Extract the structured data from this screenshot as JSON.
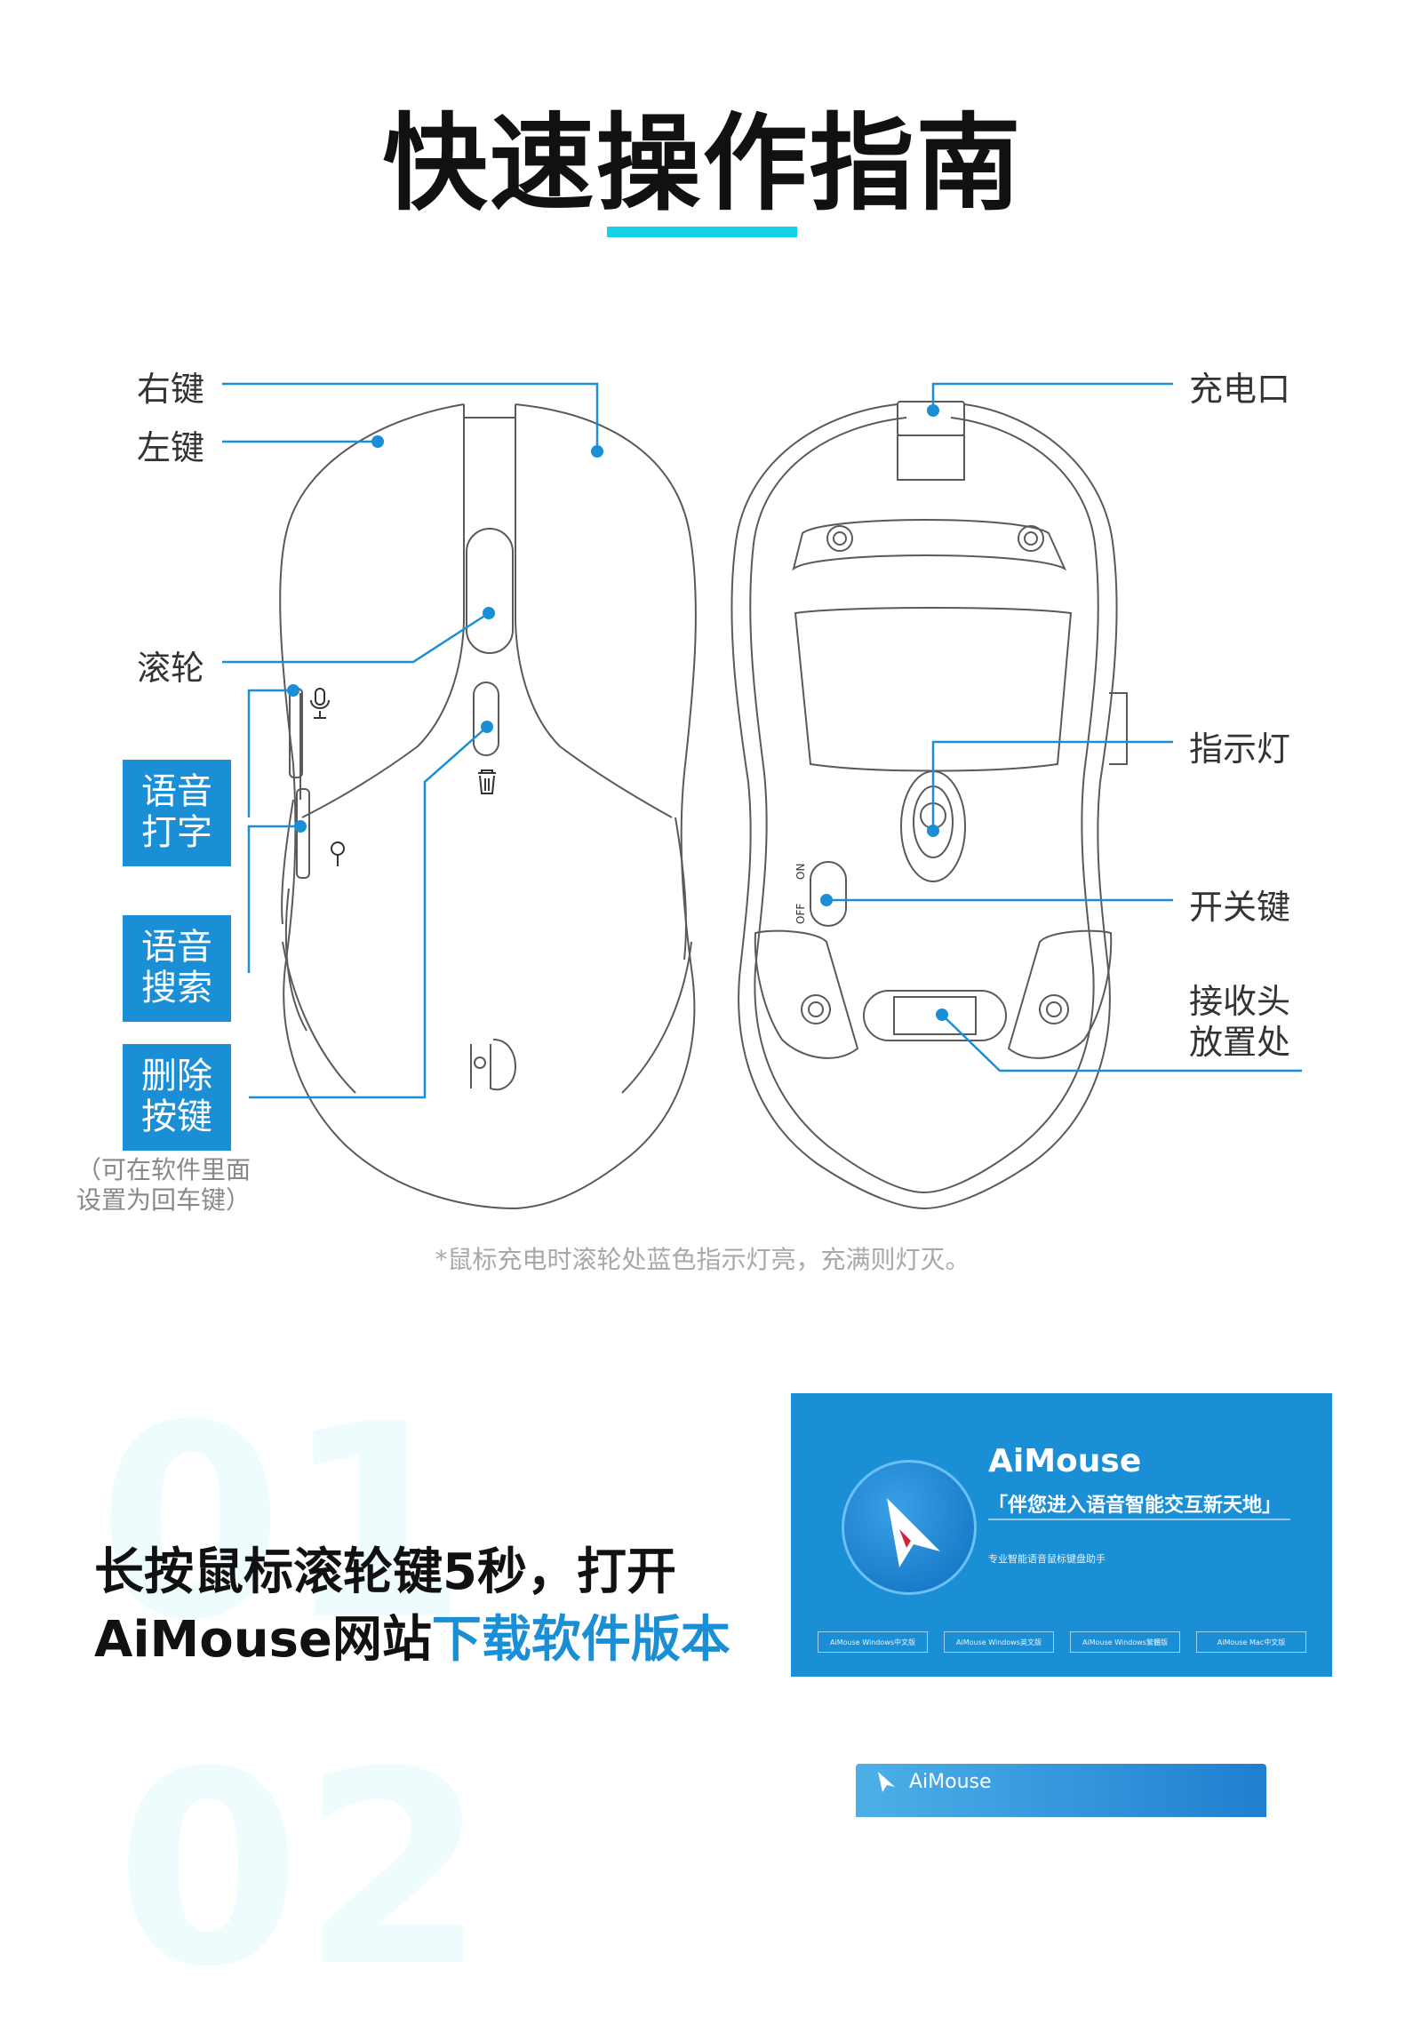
{
  "title": "快速操作指南",
  "labels": {
    "right_key": "右键",
    "left_key": "左键",
    "scroll_wheel": "滚轮",
    "charge_port": "充电口",
    "indicator": "指示灯",
    "power_switch": "开关键",
    "receiver_line1": "接收头",
    "receiver_line2": "放置处",
    "switch_on": "ON",
    "switch_off": "OFF"
  },
  "boxes": {
    "voice_typing": [
      "语音",
      "打字"
    ],
    "voice_search": [
      "语音",
      "搜索"
    ],
    "delete_key": [
      "删除",
      "按键"
    ]
  },
  "note": [
    "（可在软件里面",
    "设置为回车键）"
  ],
  "footnote": "*鼠标充电时滚轮处蓝色指示灯亮，充满则灯灭。",
  "step1": {
    "number": "01",
    "line1": "长按鼠标滚轮键5秒，打开",
    "line2_plain": "AiMouse网站",
    "line2_highlight": "下载软件版本"
  },
  "promo": {
    "brand": "AiMouse",
    "slogan": "「伴您进入语音智能交互新天地」",
    "subtitle": "专业智能语音鼠标键盘助手",
    "buttons": [
      "AiMouse Windows中文版",
      "AiMouse Windows英文版",
      "AiMouse Windows繁體版",
      "AiMouse Mac中文版"
    ]
  },
  "step2": {
    "number": "02",
    "promo_brand": "AiMouse"
  },
  "colors": {
    "accent": "#1a8fd6",
    "title_bar": "#16d2e6",
    "outline": "#555555"
  }
}
